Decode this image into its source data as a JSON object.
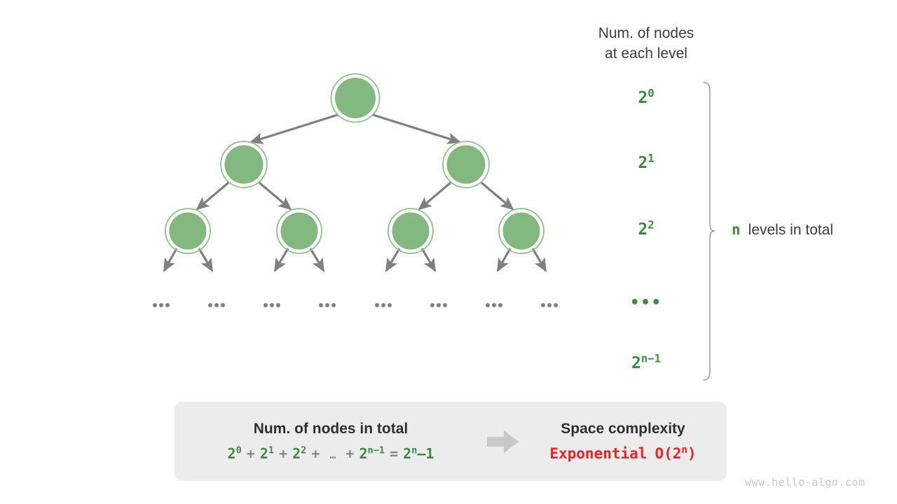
{
  "diagram": {
    "title_lines": "Num. of nodes\nat each level",
    "colors": {
      "node_fill": "#84b881",
      "node_ring": "#8dc28a",
      "edge": "#808080",
      "green_text": "#3f8b45",
      "dark_text": "#3c3c3c",
      "box_bg": "#ececec",
      "red_text": "#ee2222",
      "watermark": "#c9c9c9"
    },
    "levels": [
      {
        "id": "level-0",
        "base": "2",
        "exp": "0",
        "node_count": 1
      },
      {
        "id": "level-1",
        "base": "2",
        "exp": "1",
        "node_count": 2
      },
      {
        "id": "level-2",
        "base": "2",
        "exp": "2",
        "node_count": 4
      },
      {
        "id": "level-ellipsis",
        "base": "",
        "exp": "",
        "text": "•••",
        "node_count": 8
      },
      {
        "id": "level-n",
        "base": "2",
        "exp": "n−1",
        "node_count": 0
      }
    ],
    "ellipsis_row": {
      "symbol": "•••",
      "count": 8
    },
    "brace_annotation": {
      "symbol": "n",
      "label": "levels in total"
    },
    "summary": {
      "left_title": "Num. of nodes in total",
      "formula": {
        "terms": [
          {
            "base": "2",
            "exp": "0"
          },
          {
            "base": "2",
            "exp": "1"
          },
          {
            "base": "2",
            "exp": "2"
          }
        ],
        "plus": "+",
        "ellipsis": "…",
        "last_term": {
          "base": "2",
          "exp": "n−1"
        },
        "equals": "=",
        "result": {
          "base": "2",
          "exp": "n",
          "suffix": "–1"
        }
      },
      "arrow_icon": "right-arrow",
      "right_title": "Space complexity",
      "complexity_name": "Exponential",
      "complexity_notation": {
        "prefix": "O(2",
        "exp": "n",
        "suffix": ")"
      }
    },
    "watermark": "www.hello-algo.com"
  }
}
